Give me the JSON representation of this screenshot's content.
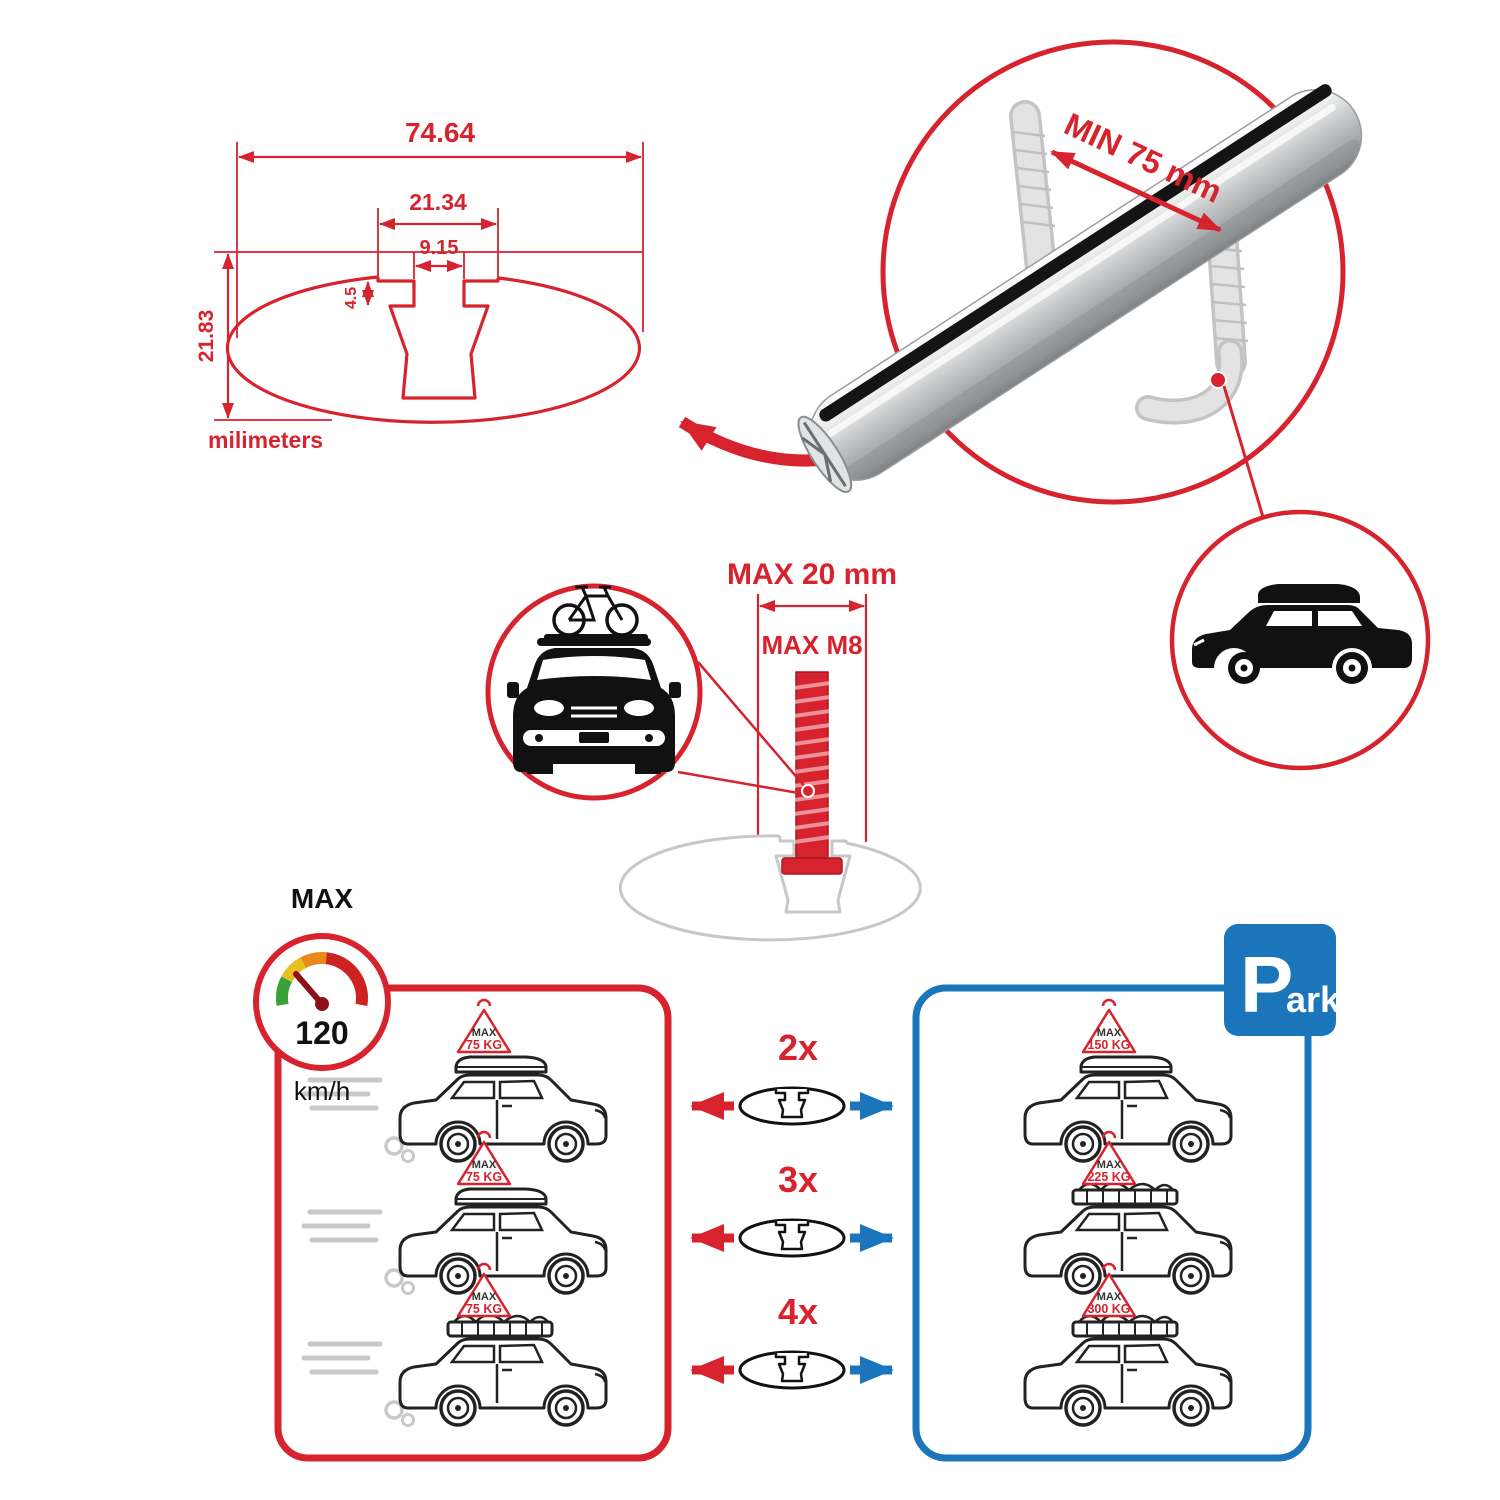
{
  "colors": {
    "red": "#d6232e",
    "blue": "#1b75bb",
    "dark": "#111111",
    "silver": "#c7c9ca"
  },
  "cross_section_drawing": {
    "total_width": "74.64",
    "channel_outer_width": "21.34",
    "channel_opening": "9.15",
    "lip_depth": "4.5",
    "total_height": "21.83",
    "units_label": "milimeters"
  },
  "bar_detail": {
    "min_span_label": "MIN 75 mm"
  },
  "bolt_detail": {
    "max_width_label": "MAX 20 mm",
    "max_thread_label": "MAX M8"
  },
  "speed_limit": {
    "heading": "MAX",
    "value": "120",
    "unit": "km/h"
  },
  "park_sign": {
    "initial": "P",
    "rest": "ark"
  },
  "driving_panel": {
    "loads": [
      {
        "prefix": "MAX",
        "value": "75 KG"
      },
      {
        "prefix": "MAX",
        "value": "75 KG"
      },
      {
        "prefix": "MAX",
        "value": "75 KG"
      }
    ]
  },
  "parked_panel": {
    "loads": [
      {
        "prefix": "MAX",
        "value": "150 KG"
      },
      {
        "prefix": "MAX",
        "value": "225 KG"
      },
      {
        "prefix": "MAX",
        "value": "300 KG"
      }
    ]
  },
  "bar_counts": [
    {
      "label": "2x"
    },
    {
      "label": "3x"
    },
    {
      "label": "4x"
    }
  ]
}
